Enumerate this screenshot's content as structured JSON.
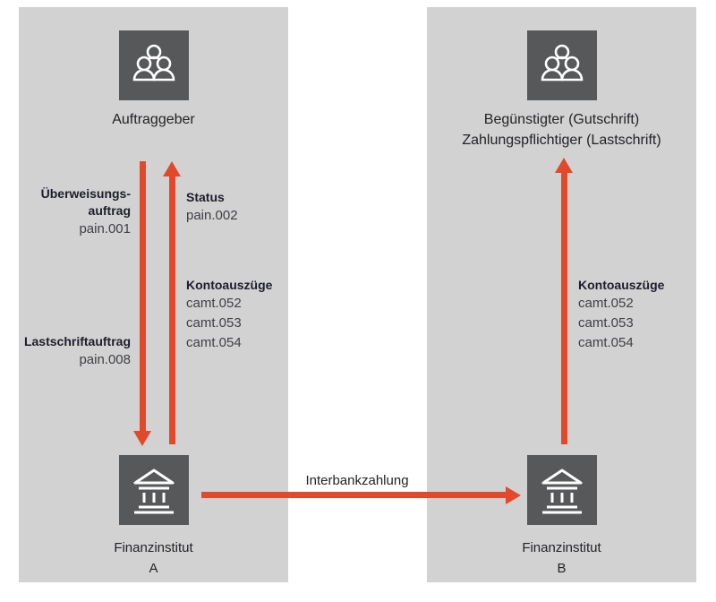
{
  "colors": {
    "panel_background": "#d2d2d3",
    "icon_background": "#57585a",
    "arrow": "#e2492b",
    "text_dark": "#232326"
  },
  "diagram": {
    "left": {
      "top_actor": "Auftraggeber",
      "credit_transfer_label_line1": "Überweisungs-",
      "credit_transfer_label_line2": "auftrag",
      "credit_transfer_msg": "pain.001",
      "status_label": "Status",
      "status_msg": "pain.002",
      "statements_label": "Kontoauszüge",
      "statements_msgs": [
        "camt.052",
        "camt.053",
        "camt.054"
      ],
      "direct_debit_label": "Lastschriftauftrag",
      "direct_debit_msg": "pain.008",
      "bank_name": "Finanzinstitut",
      "bank_id": "A"
    },
    "right": {
      "top_actor_line1": "Begünstigter (Gutschrift)",
      "top_actor_line2": "Zahlungspflichtiger (Lastschrift)",
      "statements_label": "Kontoauszüge",
      "statements_msgs": [
        "camt.052",
        "camt.053",
        "camt.054"
      ],
      "bank_name": "Finanzinstitut",
      "bank_id": "B"
    },
    "interbank_label": "Interbankzahlung"
  }
}
